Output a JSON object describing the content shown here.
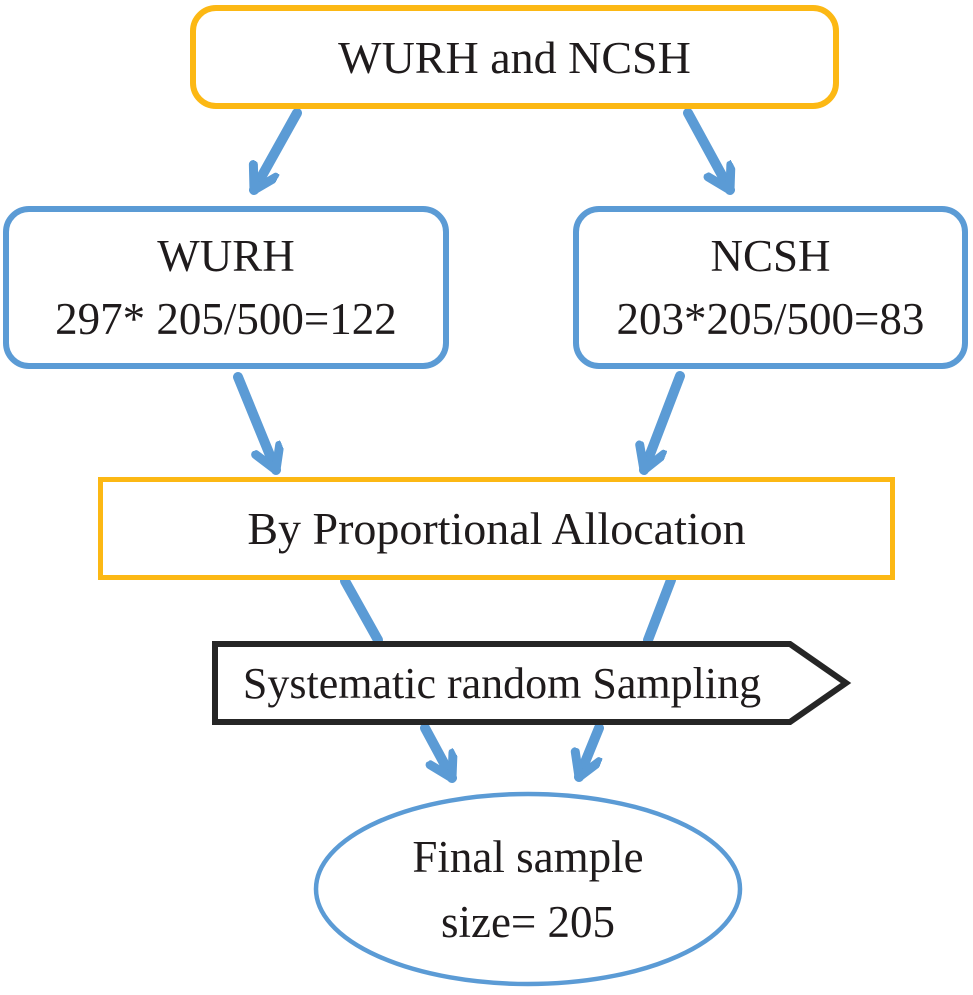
{
  "colors": {
    "accent_yellow": "#FCB814",
    "accent_blue": "#5B9BD5",
    "outline_black": "#262626",
    "text_ink": "#1F1B1C"
  },
  "nodes": {
    "source": {
      "label": "WURH and NCSH"
    },
    "wurh": {
      "title": "WURH",
      "formula": "297* 205/500=122"
    },
    "ncsh": {
      "title": "NCSH",
      "formula": "203*205/500=83"
    },
    "allocation": {
      "label": "By Proportional Allocation"
    },
    "sampling": {
      "label": "Systematic random Sampling"
    },
    "final": {
      "line1": "Final sample",
      "line2": "size= 205"
    }
  }
}
